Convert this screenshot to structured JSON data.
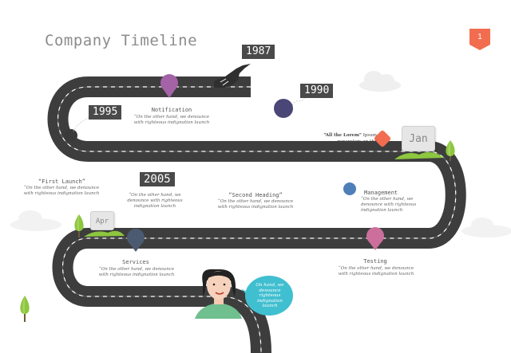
{
  "title": "Company Timeline",
  "page_number": "1",
  "years": [
    "1987",
    "1990",
    "1995",
    "2005"
  ],
  "months": {
    "jan": "Jan",
    "apr": "Apr"
  },
  "milestones": {
    "notification": {
      "heading": "Notification",
      "line1": "“On the other hand, we denounce",
      "line2": "with righteous indignation launch"
    },
    "all_lorem": {
      "heading": "“All the Lorem”",
      "tail": "Ipsum",
      "line2": "generators on the"
    },
    "first_launch": {
      "heading": "“First Launch”",
      "line1": "“On the other hand, we denounce",
      "line2": "with righteous indignation launch"
    },
    "lead_2005": {
      "line1": "“On the other hand, we",
      "line2": "denounce with righteous",
      "line3": "indignation launch"
    },
    "second": {
      "heading": "“Second Heading”",
      "line1": "“On the other hand, we denounce",
      "line2": "with righteous indignation launch"
    },
    "management": {
      "heading": "Management",
      "line1": "“On the other hand, we",
      "line2": "denounce with righteous",
      "line3": "indignation launch"
    },
    "services": {
      "heading": "Services",
      "line1": "“On the other hand, we denounce",
      "line2": "with righteous indignation launch"
    },
    "testing": {
      "heading": "Testing",
      "line1": "“On the other hand, we denounce",
      "line2": "with righteous indignation launch"
    }
  },
  "speech_bubble": {
    "l1": "On hand, we",
    "l2": "denounce",
    "l3": "righteous",
    "l4": "indignation",
    "l5": "launch"
  },
  "colors": {
    "road": "#3d3d3d",
    "purple": "#a463a6",
    "navy": "#4a4777",
    "blue": "#4f7fb8",
    "pink": "#cc6f9c",
    "slate": "#4b5a70",
    "orange": "#f26d4f",
    "red_accent": "#f26d4f",
    "teal": "#40bfd0",
    "green": "#8dc63f"
  }
}
